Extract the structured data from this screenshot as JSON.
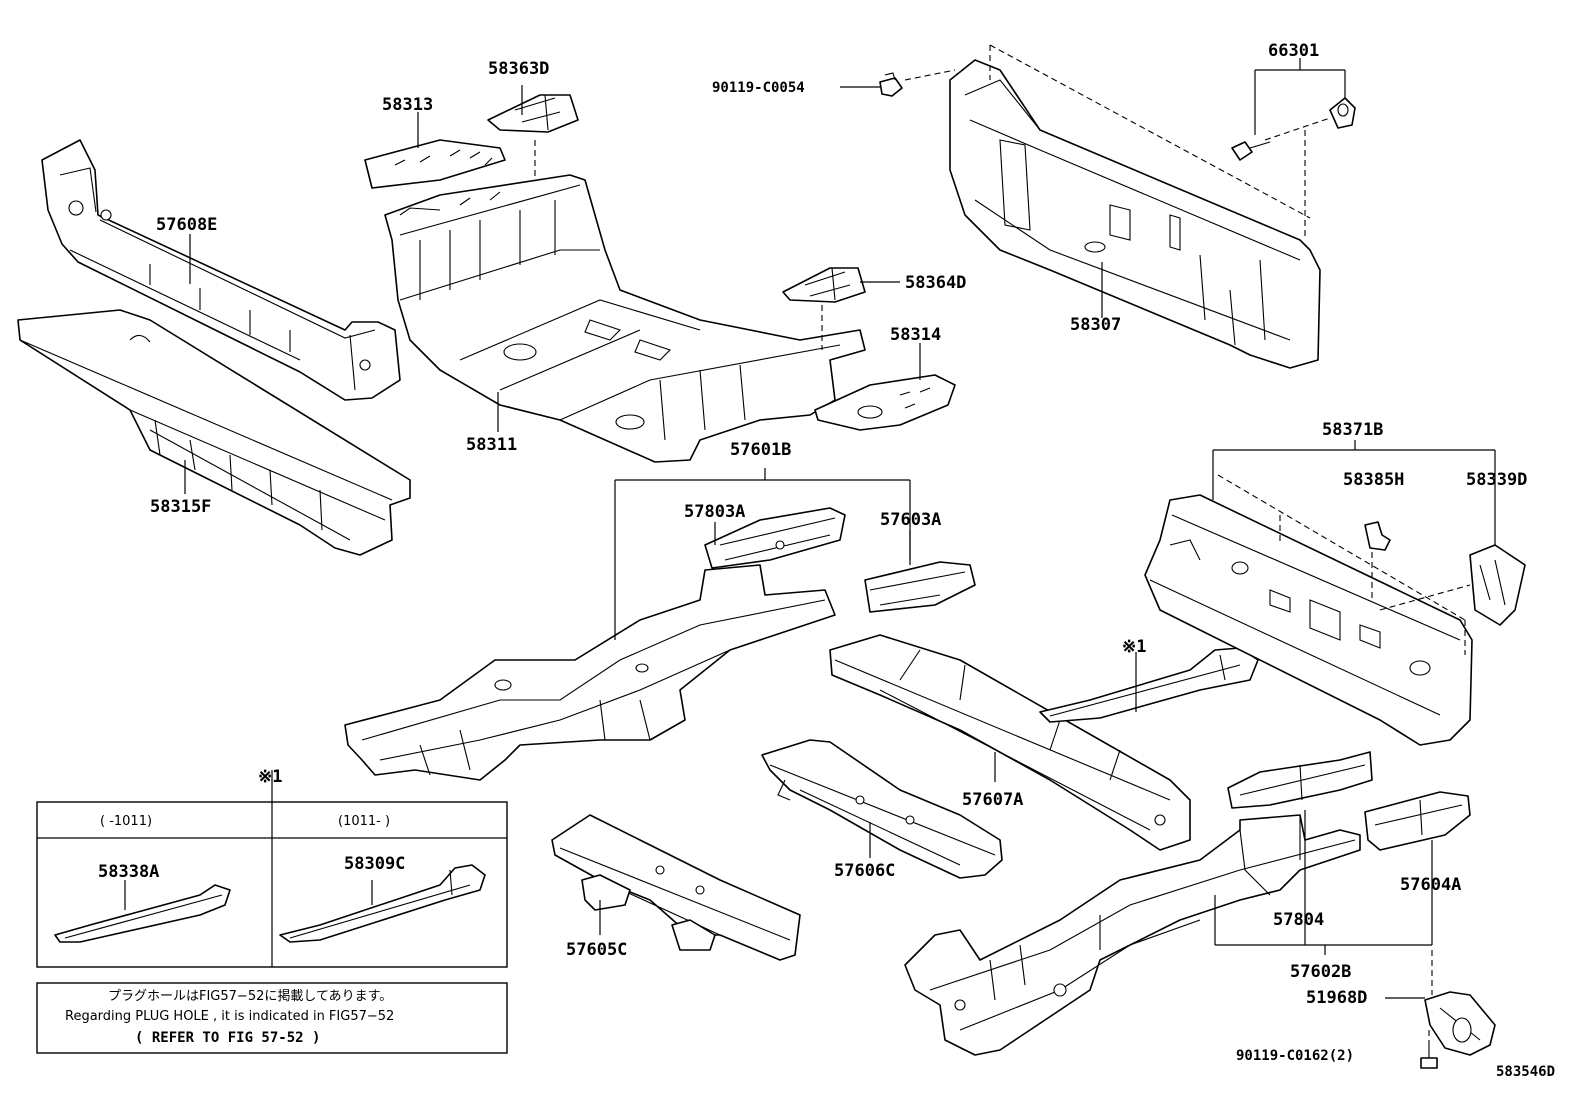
{
  "labels": {
    "p58363D": "58363D",
    "p58313": "58313",
    "p57608E": "57608E",
    "p58315F": "58315F",
    "p58311": "58311",
    "p58364D": "58364D",
    "p58314": "58314",
    "p90119_C0054": "90119-C0054",
    "p66301": "66301",
    "p58307": "58307",
    "p57601B": "57601B",
    "p57803A": "57803A",
    "p57603A": "57603A",
    "p58371B": "58371B",
    "p58385H": "58385H",
    "p58339D": "58339D",
    "p57607A": "57607A",
    "p57606C": "57606C",
    "p57605C": "57605C",
    "p57804": "57804",
    "p57604A": "57604A",
    "p57602B": "57602B",
    "p51968D": "51968D",
    "p90119_C0162": "90119-C0162(2)",
    "mark1_top": "※1",
    "mark1_mid": "※1",
    "figure_code": "583546D"
  },
  "variant_table": {
    "col1_header": "(      -1011)",
    "col2_header": "(1011-      )",
    "col1_part": "58338A",
    "col2_part": "58309C"
  },
  "note": {
    "line1": "プラグホールはFIG57−52に掲載してあります。",
    "line2": "Regarding PLUG HOLE , it is indicated in FIG57−52",
    "line3": "(    REFER TO FIG 57-52        )"
  }
}
